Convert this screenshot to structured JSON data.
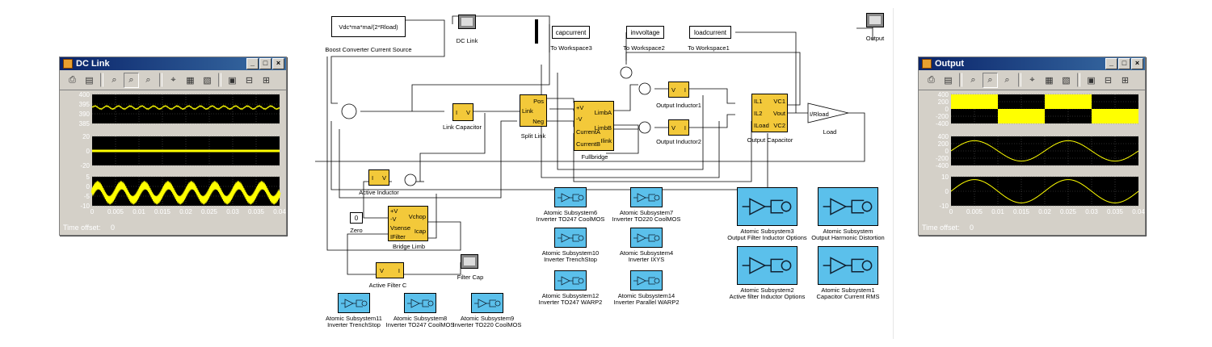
{
  "left_scope": {
    "title": "DC Link",
    "time_offset_label": "Time offset:",
    "time_offset_value": "0",
    "axes": [
      {
        "ticks": [
          "400",
          "395",
          "390",
          "385"
        ]
      },
      {
        "ticks": [
          "20",
          "0",
          "-20"
        ]
      },
      {
        "ticks": [
          "5",
          "0",
          "-5",
          "-10"
        ]
      }
    ],
    "xticks": [
      "0",
      "0.005",
      "0.01",
      "0.015",
      "0.02",
      "0.025",
      "0.03",
      "0.035",
      "0.04"
    ]
  },
  "right_scope": {
    "title": "Output",
    "time_offset_label": "Time offset:",
    "time_offset_value": "0",
    "axes": [
      {
        "ticks": [
          "400",
          "200",
          "0",
          "-200",
          "-400"
        ]
      },
      {
        "ticks": [
          "400",
          "200",
          "0",
          "-200",
          "-400"
        ]
      },
      {
        "ticks": [
          "10",
          "0",
          "-10"
        ]
      }
    ],
    "xticks": [
      "0",
      "0.005",
      "0.01",
      "0.015",
      "0.02",
      "0.025",
      "0.03",
      "0.035",
      "0.04"
    ]
  },
  "colors": {
    "trace": "#ffff00",
    "plot_bg": "#000000",
    "block_yellow": "#f3c93a",
    "block_blue": "#5bc0eb",
    "window_bg": "#d4d0c8"
  },
  "model": {
    "expr_block": "Vdc*ma*ma/(2*Rload)",
    "expr_label": "Boost Converter Current Source",
    "dclink_scope": "DC Link",
    "capcurrent": "capcurrent",
    "to_ws3": "To Workspace3",
    "invvoltage": "invvoltage",
    "to_ws2": "To Workspace2",
    "loadcurrent": "loadcurrent",
    "to_ws1": "To Workspace1",
    "output_scope": "Output",
    "link_cap": "Link Capacitor",
    "split_link": "Split Link",
    "split_ports": [
      "Pos",
      "Link",
      "Neg"
    ],
    "fullbridge": "Fullbridge",
    "fb_in": [
      "+V",
      "-V",
      "CurrentA",
      "CurrentB"
    ],
    "fb_out": [
      "LimbA",
      "LimbB",
      "Ilink"
    ],
    "out_ind1": "Output Inductor1",
    "out_ind2": "Output Inductor2",
    "out_cap": "Output Capacitor",
    "oc_in": [
      "IL1",
      "IL2",
      "ILoad"
    ],
    "oc_out": [
      "VC1",
      "Vout",
      "VC2"
    ],
    "load_block": "I/Rload",
    "load": "Load",
    "active_inductor": "Active Inductor",
    "zero_val": "0",
    "zero": "Zero",
    "bl_in": [
      "+V",
      "-V",
      "Vsense",
      "IFilter"
    ],
    "bl_out": [
      "Vchop",
      "Icap"
    ],
    "bridge_limb": "Bridge Limb",
    "active_filter_c": "Active Filter C",
    "filter_cap": "Filter Cap",
    "iv": {
      "i": "I",
      "v": "V"
    },
    "vi": {
      "v": "V",
      "i": "I"
    },
    "subsystems": [
      {
        "t1": "Atomic Subsystem6",
        "t2": "Inverter TO247 CoolMOS"
      },
      {
        "t1": "Atomic Subsystem7",
        "t2": "Inverter TO220 CoolMOS"
      },
      {
        "t1": "Atomic Subsystem10",
        "t2": "Inverter TrenchStop"
      },
      {
        "t1": "Atomic Subsystem4",
        "t2": "Inverter IXYS"
      },
      {
        "t1": "Atomic Subsystem12",
        "t2": "Inverter TO247 WARP2"
      },
      {
        "t1": "Atomic Subsystem14",
        "t2": "Inverter Parallel WARP2"
      },
      {
        "t1": "Atomic Subsystem3",
        "t2": "Output Filter Inductor Options"
      },
      {
        "t1": "Atomic Subsystem",
        "t2": "Output Harmonic Distortion"
      },
      {
        "t1": "Atomic Subsystem2",
        "t2": "Active filter Inductor Options"
      },
      {
        "t1": "Atomic Subsystem1",
        "t2": "Capacitor Current RMS"
      },
      {
        "t1": "Atomic Subsystem11",
        "t2": "Inverter TrenchStop"
      },
      {
        "t1": "Atomic Subsystem8",
        "t2": "Inverter TO247 CoolMOS"
      },
      {
        "t1": "Atomic Subsystem9",
        "t2": "Inverter TO220 CoolMOS"
      }
    ]
  }
}
